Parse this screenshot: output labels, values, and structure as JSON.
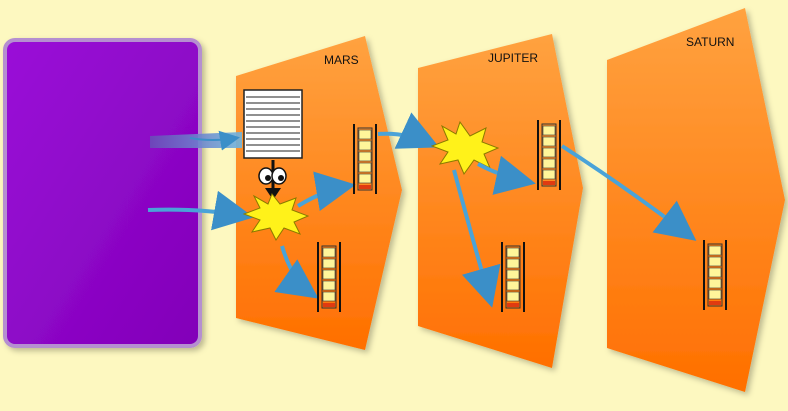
{
  "stages": [
    {
      "id": "mars",
      "label": "MARS"
    },
    {
      "id": "jupiter",
      "label": "JUPITER"
    },
    {
      "id": "saturn",
      "label": "SATURN"
    }
  ],
  "colors": {
    "background": "#fdf8c0",
    "source_block": "#8f00cc",
    "stage_fill": "#ff8a1f",
    "arrow": "#4aa3d8",
    "burst": "#fff21a",
    "cell_fill": "#fff59a",
    "cell_active": "#e03a10"
  },
  "icons": {
    "document": "document-stack-icon",
    "eyes": "googly-eyes-icon",
    "burst": "starburst-icon",
    "meter": "level-meter-icon"
  }
}
